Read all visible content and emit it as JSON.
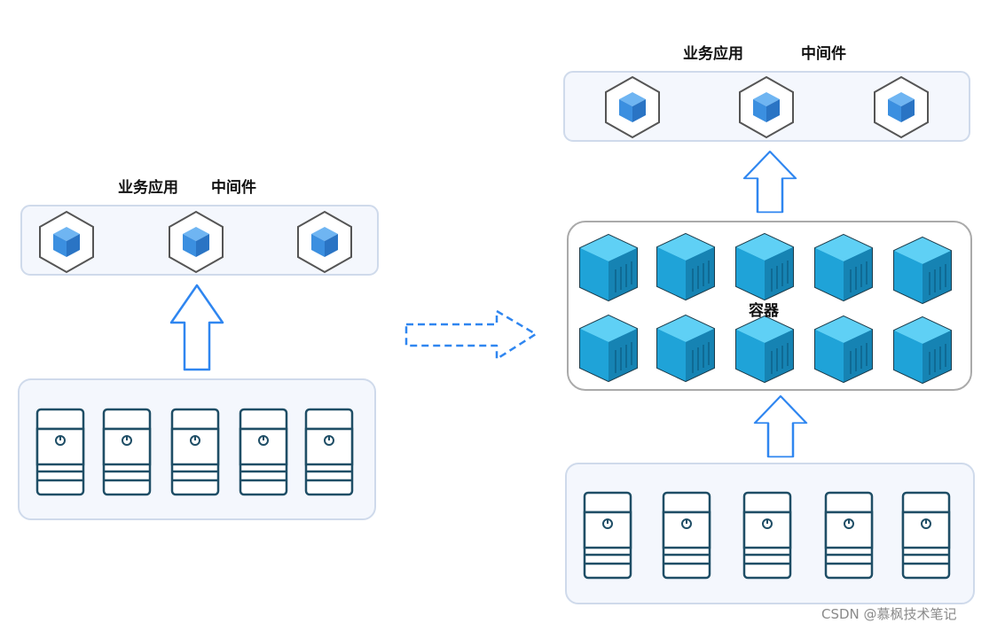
{
  "left": {
    "label_apps": "业务应用",
    "label_middleware": "中间件"
  },
  "right": {
    "label_apps": "业务应用",
    "label_middleware": "中间件",
    "label_container": "容器"
  },
  "watermark": "CSDN @慕枫技术笔记",
  "colors": {
    "panel_fill": "#f4f7fd",
    "panel_stroke": "#cfdaeb",
    "arrow_blue": "#2f86f0",
    "server_stroke": "#1f4e66",
    "cube_blue": "#3b8fe0",
    "container_blue": "#1fa3d8"
  },
  "icons": {
    "app": "app-cube-icon",
    "server": "server-icon",
    "container": "container-cube-icon"
  }
}
